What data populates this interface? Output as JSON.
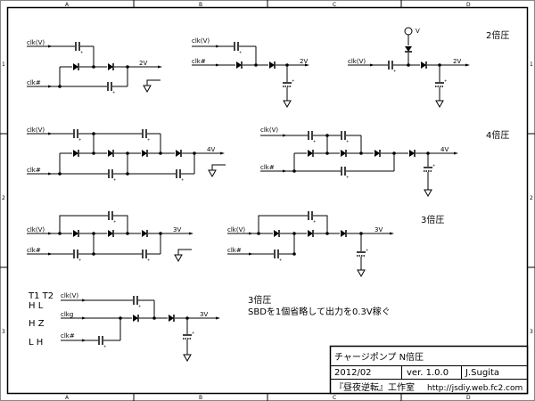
{
  "border": {
    "columns": [
      "A",
      "B",
      "C",
      "D"
    ],
    "rows": [
      "1",
      "2",
      "3"
    ]
  },
  "headings": {
    "x2": "2倍圧",
    "x4": "4倍圧",
    "x3": "3倍圧"
  },
  "nets": {
    "clk_v": "clk(V)",
    "clk_n": "clk#",
    "clkg": "clkg",
    "v": "V",
    "out2": "2V",
    "out4": "4V",
    "out3": "3V"
  },
  "truth_table": {
    "header": "T1  T2",
    "rows": [
      "H   L",
      "H   Z",
      "L    H"
    ]
  },
  "note": {
    "title": "3倍圧",
    "text": "SBDを1個省略して出力を0.3V稼ぐ"
  },
  "title_block": {
    "title": "チャージポンプ N倍圧",
    "date": "2012/02",
    "version": "ver. 1.0.0",
    "author": "J.Sugita",
    "org": "『昼夜逆転』工作室",
    "url": "http://jsdiy.web.fc2.com"
  }
}
